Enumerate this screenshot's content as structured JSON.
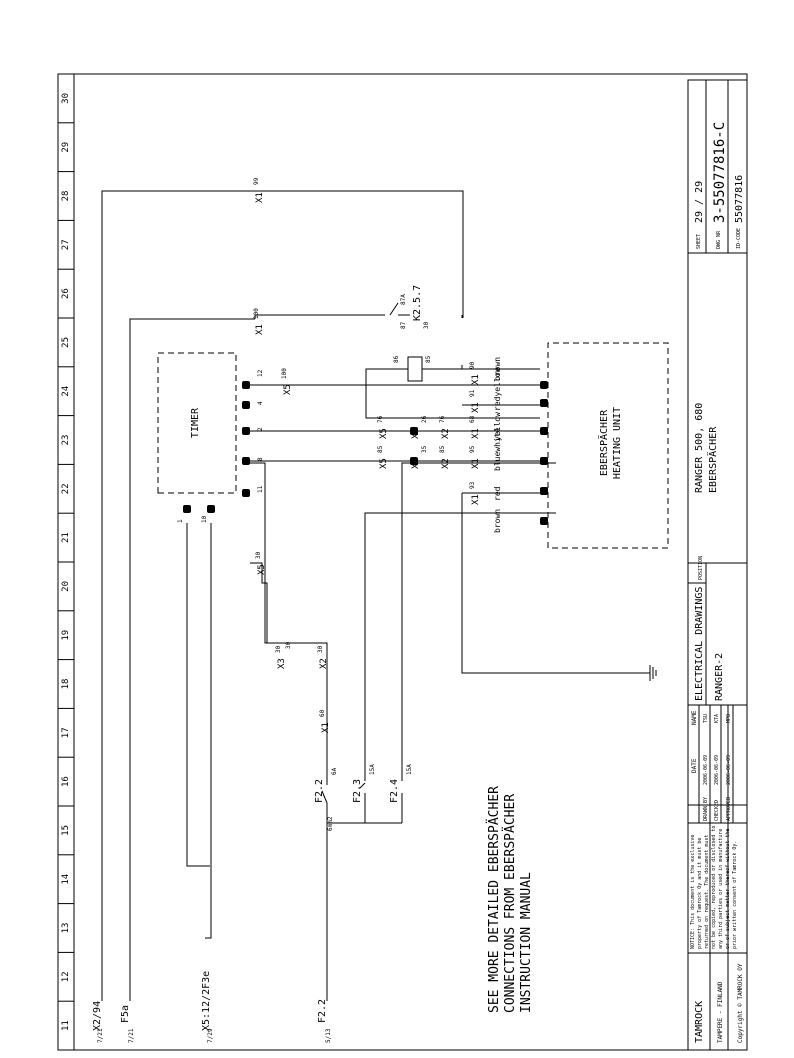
{
  "ruler": [
    "30",
    "29",
    "28",
    "27",
    "26",
    "25",
    "24",
    "23",
    "22",
    "21",
    "20",
    "19",
    "18",
    "17",
    "16",
    "15",
    "14",
    "13",
    "12",
    "11"
  ],
  "note": [
    "SEE MORE DETAILED EBERSPÄCHER",
    "CONNECTIONS FROM EBERSPÄCHER",
    "INSTRUCTION MANUAL"
  ],
  "components": {
    "timer": "TIMER",
    "heater": [
      "EBERSPÄCHER",
      "HEATING UNIT"
    ],
    "relay": "K2.5.7",
    "fuse1": "F2.2",
    "fuse2": "F2.3",
    "fuse3": "F2.4"
  },
  "relay_pins": {
    "p87a": "87A",
    "p87": "87",
    "p30": "30",
    "p86": "86",
    "p85": "85"
  },
  "fuse_ratings": {
    "r1": "6A",
    "r2": "15A",
    "r3": "15A",
    "pin1": "1",
    "pin2": "2",
    "wire": "6mm2"
  },
  "timer_pins": {
    "t12": "12",
    "t4": "4",
    "t2": "2",
    "t8": "8",
    "t11": "11",
    "t1": "1",
    "t10": "10"
  },
  "terminals": {
    "x1_99": {
      "name": "X1",
      "pin": "99"
    },
    "x1_100": {
      "name": "X1",
      "pin": "100"
    },
    "x5_100": {
      "name": "X5",
      "pin": "100"
    },
    "x1_90": {
      "name": "X1",
      "pin": "90"
    },
    "x1_91": {
      "name": "X1",
      "pin": "91"
    },
    "x1_68": {
      "name": "X1",
      "pin": "68"
    },
    "x2_76": {
      "name": "X2",
      "pin": "76"
    },
    "x4_26": {
      "name": "X4",
      "pin": "26"
    },
    "x5_76": {
      "name": "X5",
      "pin": "76"
    },
    "x1_95": {
      "name": "X1",
      "pin": "95"
    },
    "x2_85": {
      "name": "X2",
      "pin": "85"
    },
    "x4_35": {
      "name": "X4",
      "pin": "35"
    },
    "x5_85": {
      "name": "X5",
      "pin": "85"
    },
    "x1_93": {
      "name": "X1",
      "pin": "93"
    },
    "x5_30": {
      "name": "X5",
      "pin": "30"
    },
    "x3_30": {
      "name": "X3",
      "pin": "30",
      "pin2": "30"
    },
    "x2_30": {
      "name": "X2",
      "pin": "30"
    },
    "x1_60": {
      "name": "X1",
      "pin": "60"
    }
  },
  "wire_colors": {
    "c1": "brown",
    "c2": "redyellow",
    "c3": "yellow",
    "c4": "bluewhite",
    "c5": "red",
    "c6": "brown"
  },
  "refs": {
    "x2_94": "X2/94",
    "x2_94_page": "7/21",
    "f5a": "F5a",
    "f5a_page": "7/21",
    "x5_12": "X5:12/2F3e",
    "x5_12_page": "7/29",
    "f22": "F2.2",
    "f22_page": "5/13"
  },
  "title_block": {
    "sheet_label": "SHEET",
    "sheet": "29 / 29",
    "dwg_label": "DWG NR",
    "dwg": "3-55077816-C",
    "id_label": "ID-CODE",
    "id": "55077816",
    "product": "RANGER 500, 680",
    "subject": "EBERSPÄCHER",
    "title": "ELECTRICAL DRAWINGS",
    "subtitle": "RANGER-2",
    "position_label": "POSITION",
    "date_header": "DATE",
    "name_header": "NAME",
    "rows": [
      {
        "role": "DRAWN BY",
        "date": "2006-06-09",
        "name": "TSU"
      },
      {
        "role": "CHECKED",
        "date": "2006-06-09",
        "name": "KTA"
      },
      {
        "role": "APPROVED",
        "date": "2006-06-09",
        "name": "MPO"
      }
    ],
    "notice": [
      "NOTICE: This document is the exclusive",
      "property of Tamrock Oy and it must be",
      "returned on request. The document must",
      "not be copied, reproduced or disclosed to",
      "any third parties or used in manufacture",
      "or of subject matter thereof without the",
      "prior written consent of Tamrock Oy."
    ],
    "logo": "TAMROCK",
    "location": "TAMPERE - FINLAND",
    "copyright": "Copyright © TAMROCK OY"
  }
}
